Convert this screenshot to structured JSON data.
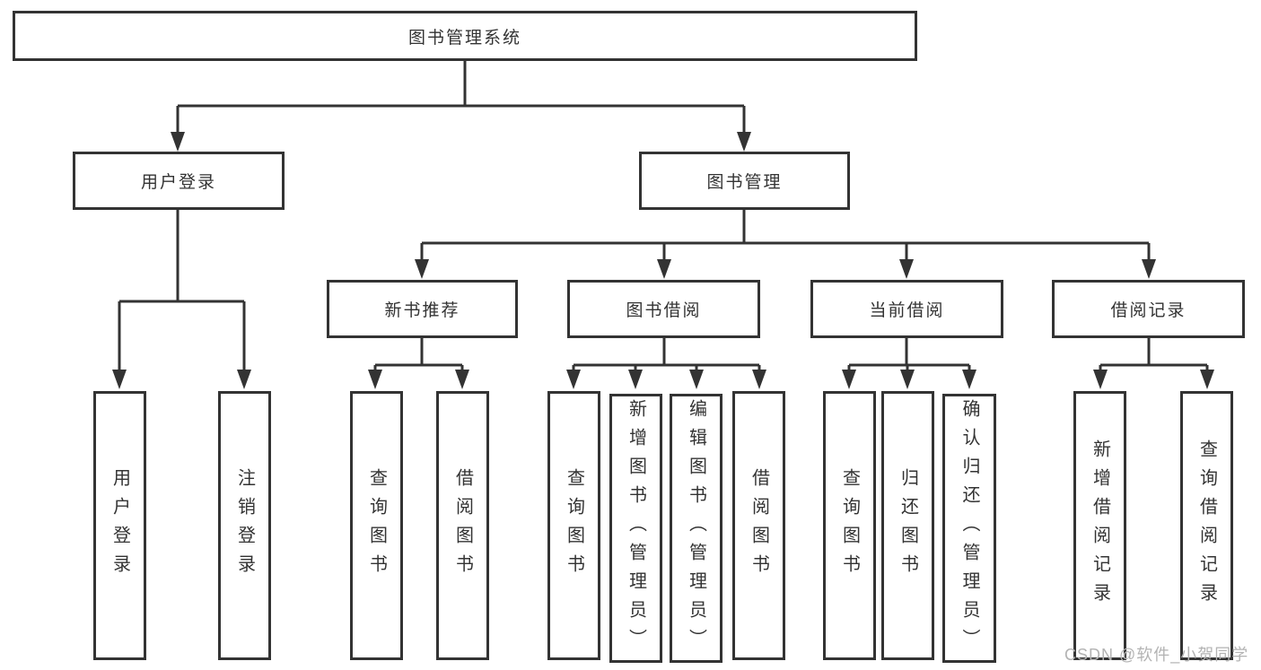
{
  "diagram": {
    "root": {
      "label": "图书管理系统"
    },
    "branches": [
      {
        "label": "用户登录",
        "children": [
          {
            "label": "用户登录"
          },
          {
            "label": "注销登录"
          }
        ]
      },
      {
        "label": "图书管理",
        "children": [
          {
            "label": "新书推荐",
            "children": [
              {
                "label": "查询图书"
              },
              {
                "label": "借阅图书"
              }
            ]
          },
          {
            "label": "图书借阅",
            "children": [
              {
                "label": "查询图书"
              },
              {
                "label": "新增图书（管理员）"
              },
              {
                "label": "编辑图书（管理员）"
              },
              {
                "label": "借阅图书"
              }
            ]
          },
          {
            "label": "当前借阅",
            "children": [
              {
                "label": "查询图书"
              },
              {
                "label": "归还图书"
              },
              {
                "label": "确认归还（管理员）"
              }
            ]
          },
          {
            "label": "借阅记录",
            "children": [
              {
                "label": "新增借阅记录"
              },
              {
                "label": "查询借阅记录"
              }
            ]
          }
        ]
      }
    ]
  },
  "watermark": {
    "text": "CSDN @软件_小贺同学",
    "color": "#b3b3b3"
  },
  "colors": {
    "line": "#333333",
    "text": "#333333",
    "background": "#ffffff"
  }
}
